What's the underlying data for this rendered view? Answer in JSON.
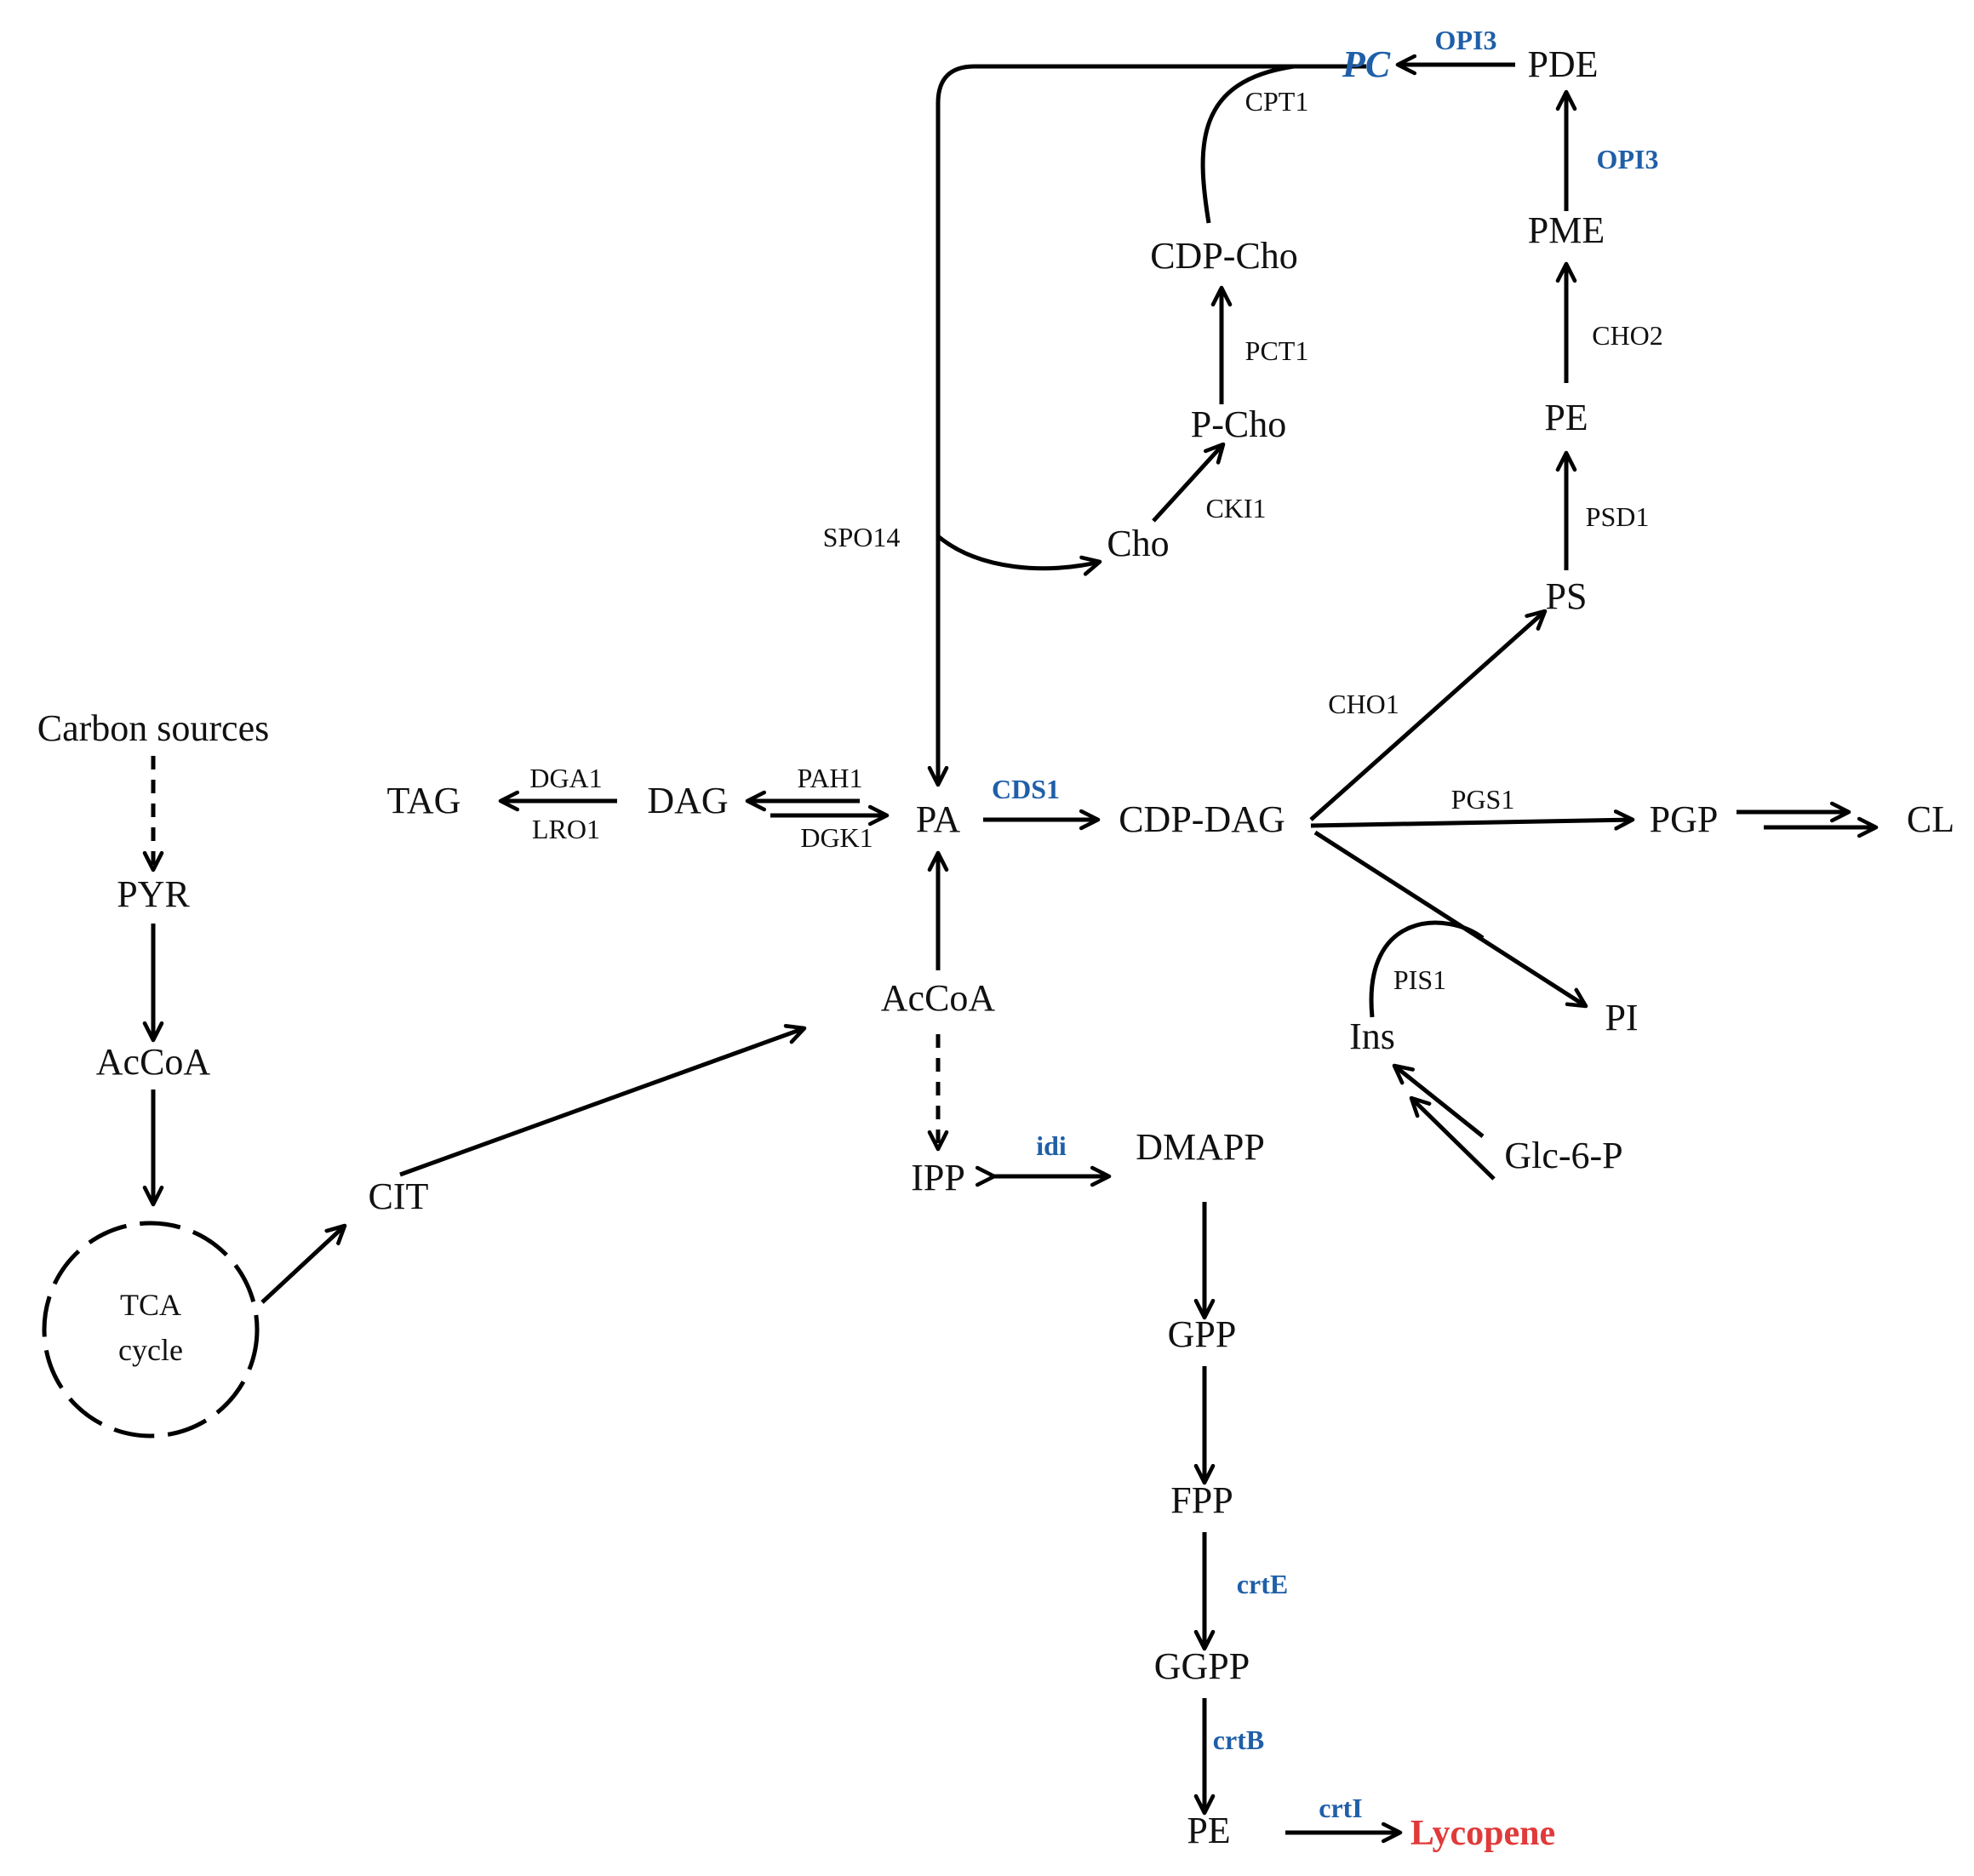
{
  "colors": {
    "black": "#111111",
    "blue": "#1f5fa8",
    "red": "#e03a3a"
  },
  "metabolites": {
    "carbon_sources": "Carbon sources",
    "pyr": "PYR",
    "accoa_left": "AcCoA",
    "tca_line1": "TCA",
    "tca_line2": "cycle",
    "cit": "CIT",
    "tag": "TAG",
    "dag": "DAG",
    "pa": "PA",
    "cdp_dag": "CDP-DAG",
    "pgp": "PGP",
    "cl": "CL",
    "pi": "PI",
    "ins": "Ins",
    "glc6p": "Glc-6-P",
    "ps": "PS",
    "pe_top": "PE",
    "pme": "PME",
    "pde": "PDE",
    "pc": "PC",
    "cdp_cho": "CDP-Cho",
    "p_cho": "P-Cho",
    "cho": "Cho",
    "accoa_center": "AcCoA",
    "ipp": "IPP",
    "dmapp": "DMAPP",
    "gpp": "GPP",
    "fpp": "FPP",
    "ggpp": "GGPP",
    "pe_bottom": "PE",
    "lycopene": "Lycopene"
  },
  "enzymes": {
    "dga1": "DGA1",
    "lro1": "LRO1",
    "pah1": "PAH1",
    "dgk1": "DGK1",
    "cds1": "CDS1",
    "pgs1": "PGS1",
    "cho1": "CHO1",
    "pis1": "PIS1",
    "psd1": "PSD1",
    "cho2": "CHO2",
    "opi3_vertical": "OPI3",
    "opi3_top": "OPI3",
    "cpt1": "CPT1",
    "pct1": "PCT1",
    "cki1": "CKI1",
    "spo14": "SPO14",
    "idi": "idi",
    "crtE": "crtE",
    "crtB": "crtB",
    "crtI": "crtI"
  }
}
